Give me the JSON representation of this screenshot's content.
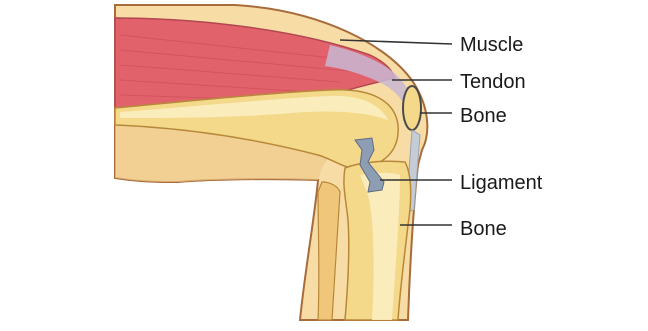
{
  "labels": {
    "muscle": "Muscle",
    "tendon": "Tendon",
    "bone_upper": "Bone",
    "ligament": "Ligament",
    "bone_lower": "Bone"
  },
  "colors": {
    "muscle": "#e2626c",
    "tendon": "#c9b7d2",
    "bone": "#f4d98b",
    "bone_highlight": "#fbeec0",
    "skin": "#f7dca6",
    "skin_outline": "#a86b3a",
    "ligament": "#8d9db3",
    "leader_line": "#333333"
  }
}
